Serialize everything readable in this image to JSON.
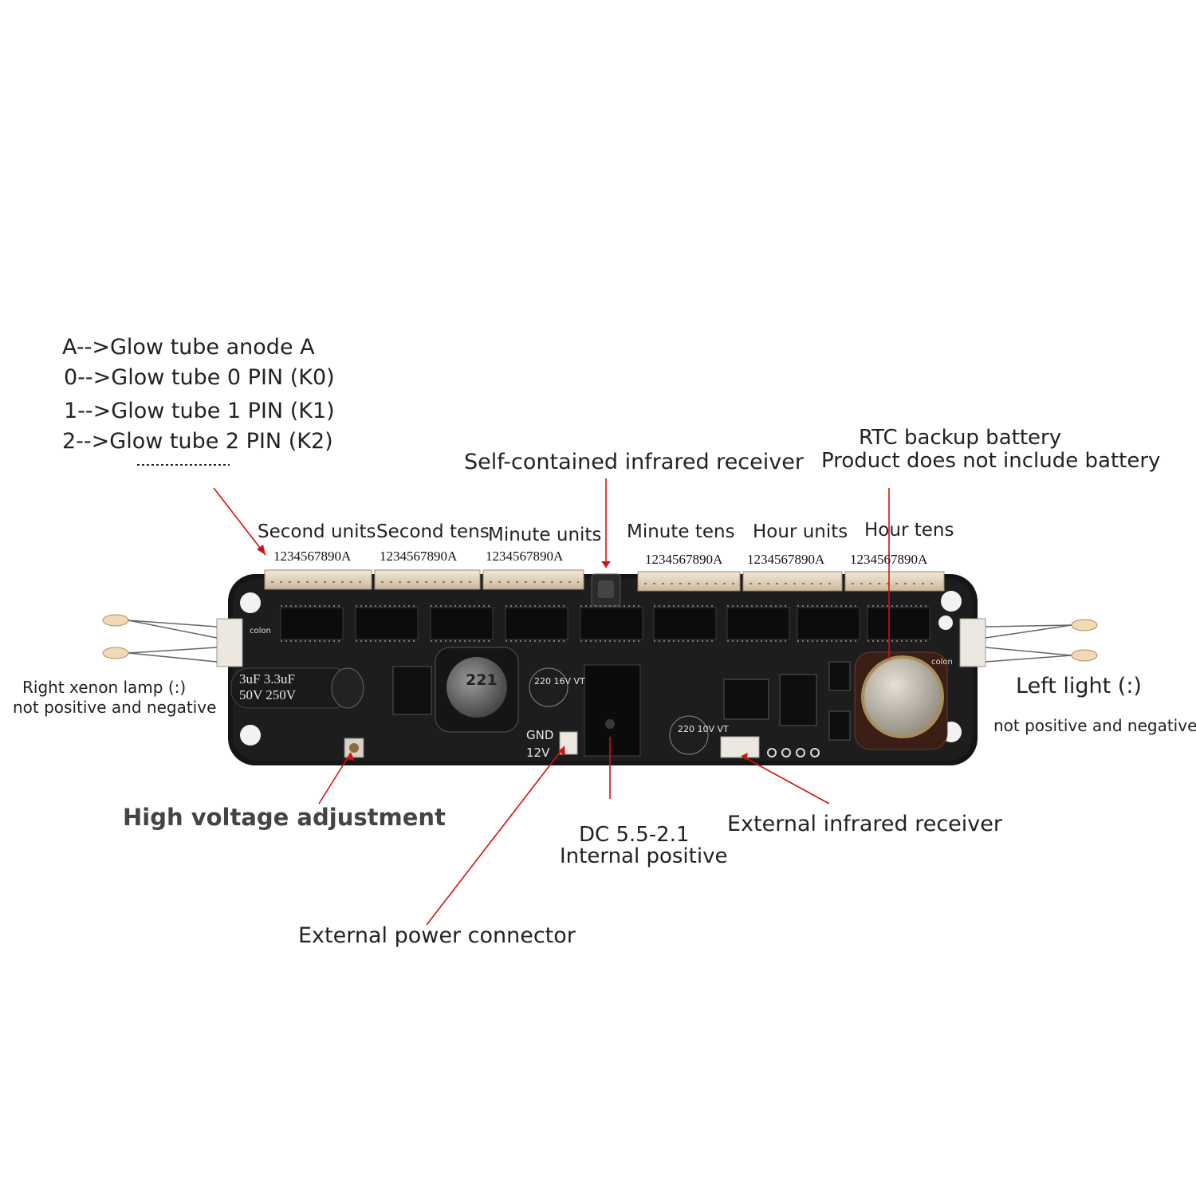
{
  "legend": [
    "A-->Glow tube anode A",
    "0-->Glow tube 0 PIN (K0)",
    "1-->Glow tube 1 PIN (K1)",
    "2-->Glow tube 2 PIN (K2)"
  ],
  "digit_groups": [
    {
      "title": "Second units",
      "pins": "1234567890A"
    },
    {
      "title": "Second tens",
      "pins": "1234567890A"
    },
    {
      "title": "Minute units",
      "pins": "1234567890A"
    },
    {
      "title": "Minute tens",
      "pins": "1234567890A"
    },
    {
      "title": "Hour units",
      "pins": "1234567890A"
    },
    {
      "title": "Hour tens",
      "pins": "1234567890A"
    }
  ],
  "callouts": {
    "self_ir": "Self-contained infrared receiver",
    "rtc_title": "RTC backup battery",
    "rtc_note": "Product does not include battery",
    "right_lamp": "Right xenon lamp (:)",
    "right_lamp_note": "not positive and negative",
    "left_light": "Left light (:)",
    "left_light_note": "not positive and negative",
    "hv_adjust": "High voltage adjustment",
    "dc_spec": "DC 5.5-2.1",
    "dc_polarity": "Internal positive",
    "external_ir": "External infrared receiver",
    "power_connector": "External power connector"
  },
  "silkscreen": {
    "cap_value": "3uF  3.3uF",
    "cap_voltage": "50V  250V",
    "colon_left": "colon",
    "colon_right": "colon",
    "inductor": "221",
    "cap_small_a": "220 16V VT",
    "cap_small_b": "220 10V VT",
    "gnd": "GND",
    "v12": "12V"
  },
  "colors": {
    "leader_line": "#d41010",
    "board": "#1d1d1d",
    "header": "#e6d9c2"
  }
}
